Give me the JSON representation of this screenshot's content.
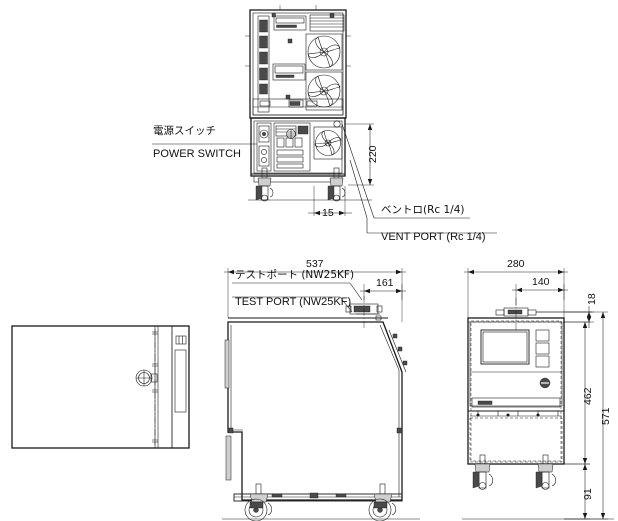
{
  "drawing": {
    "title": "Equipment outline dimensional drawing",
    "background": "#ffffff",
    "line_color": "#1a1a1a",
    "units": "mm"
  },
  "annotations": {
    "power_switch_jp": "電源スイッチ",
    "power_switch_en": "POWER SWITCH",
    "vent_port_jp": "ベントロ(Rc 1/4)",
    "vent_port_en": "VENT PORT (Rc 1/4)",
    "test_port_jp": "テストポート (NW25KF)",
    "test_port_en": "TEST PORT (NW25KF)"
  },
  "dimensions": {
    "rear_view": [
      {
        "name": "height-220",
        "value": "220",
        "orientation": "vertical"
      },
      {
        "name": "offset-15",
        "value": "15",
        "orientation": "horizontal"
      }
    ],
    "side_view": [
      {
        "name": "width-537",
        "value": "537",
        "orientation": "horizontal"
      },
      {
        "name": "port-offset-161",
        "value": "161",
        "orientation": "horizontal"
      }
    ],
    "front_view": [
      {
        "name": "width-280",
        "value": "280",
        "orientation": "horizontal"
      },
      {
        "name": "port-span-140",
        "value": "140",
        "orientation": "horizontal"
      },
      {
        "name": "top-18",
        "value": "18",
        "orientation": "vertical"
      },
      {
        "name": "body-462",
        "value": "462",
        "orientation": "vertical"
      },
      {
        "name": "total-571",
        "value": "571",
        "orientation": "vertical"
      },
      {
        "name": "caster-91",
        "value": "91",
        "orientation": "vertical"
      }
    ]
  },
  "views": {
    "top_plan": "top-view-internal-layout",
    "rear_elevation": "rear-view-with-fan-and-casters",
    "left_plan": "bottom-left-plan-view",
    "side_elevation": "side-view-537-wide",
    "front_elevation": "front-view-280-wide-with-panel"
  },
  "front_panel": {
    "display": "display-screen",
    "buttons": [
      "button-1",
      "button-2",
      "button-3"
    ],
    "knob": "rotary-knob",
    "label_strip": "nameplate-strip"
  }
}
